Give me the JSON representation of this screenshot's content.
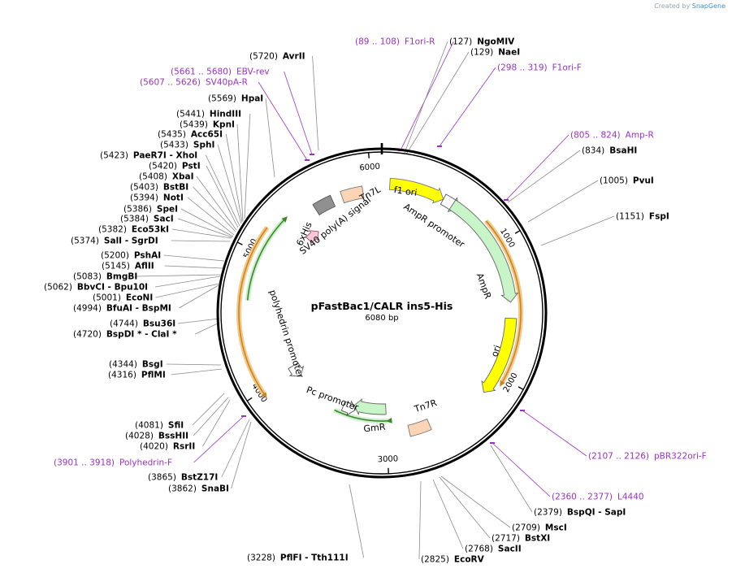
{
  "credit": {
    "prefix": "Created by",
    "brand": "SnapGene"
  },
  "plasmid": {
    "name": "pFastBac1/CALR ins5-His",
    "size": "6080 bp",
    "length": 6080
  },
  "ticks": [
    {
      "label": "1000",
      "bp": 1000
    },
    {
      "label": "2000",
      "bp": 2000
    },
    {
      "label": "3000",
      "bp": 3000
    },
    {
      "label": "4000",
      "bp": 4000
    },
    {
      "label": "5000",
      "bp": 5000
    },
    {
      "label": "6000",
      "bp": 6000
    }
  ],
  "colors": {
    "feature_text": "#000000",
    "primer": "#9b30c8",
    "orange": "#e6a23c",
    "yellow": "#ffff00",
    "green": "#c8f5c8",
    "tan": "#fbd5b5",
    "gray": "#909090"
  },
  "features": [
    {
      "label": "f1 ori",
      "kind": "yellow"
    },
    {
      "label": "AmpR promoter",
      "kind": "white"
    },
    {
      "label": "AmpR",
      "kind": "green"
    },
    {
      "label": "ori",
      "kind": "yellow"
    },
    {
      "label": "Tn7R",
      "kind": "tan"
    },
    {
      "label": "GmR",
      "kind": "green"
    },
    {
      "label": "Pc promoter",
      "kind": "white"
    },
    {
      "label": "polyhedrin promoter",
      "kind": "white"
    },
    {
      "label": "6xHis",
      "kind": "pink"
    },
    {
      "label": "SV40 poly(A) signal",
      "kind": "gray"
    },
    {
      "label": "Tn7L",
      "kind": "tan"
    }
  ],
  "labels": [
    {
      "pos": "(89 .. 108)",
      "name": "F1ori-R",
      "primer": true
    },
    {
      "pos": "(127)",
      "name": "NgoMIV",
      "primer": false
    },
    {
      "pos": "(129)",
      "name": "NaeI",
      "primer": false
    },
    {
      "pos": "(298 .. 319)",
      "name": "F1ori-F",
      "primer": true
    },
    {
      "pos": "(805 .. 824)",
      "name": "Amp-R",
      "primer": true
    },
    {
      "pos": "(834)",
      "name": "BsaHI",
      "primer": false
    },
    {
      "pos": "(1005)",
      "name": "PvuI",
      "primer": false
    },
    {
      "pos": "(1151)",
      "name": "FspI",
      "primer": false
    },
    {
      "pos": "(2107 .. 2126)",
      "name": "pBR322ori-F",
      "primer": true
    },
    {
      "pos": "(2360 .. 2377)",
      "name": "L4440",
      "primer": true
    },
    {
      "pos": "(2379)",
      "name": "BspQI - SapI",
      "primer": false
    },
    {
      "pos": "(2709)",
      "name": "MscI",
      "primer": false
    },
    {
      "pos": "(2717)",
      "name": "BstXI",
      "primer": false
    },
    {
      "pos": "(2768)",
      "name": "SacII",
      "primer": false
    },
    {
      "pos": "(2825)",
      "name": "EcoRV",
      "primer": false
    },
    {
      "pos": "(3228)",
      "name": "PflFI - Tth111I",
      "primer": false
    },
    {
      "pos": "(3862)",
      "name": "SnaBI",
      "primer": false
    },
    {
      "pos": "(3865)",
      "name": "BstZ17I",
      "primer": false
    },
    {
      "pos": "(3901 .. 3918)",
      "name": "Polyhedrin-F",
      "primer": true
    },
    {
      "pos": "(4020)",
      "name": "RsrII",
      "primer": false
    },
    {
      "pos": "(4028)",
      "name": "BssHII",
      "primer": false
    },
    {
      "pos": "(4081)",
      "name": "SfiI",
      "primer": false
    },
    {
      "pos": "(4316)",
      "name": "PflMI",
      "primer": false
    },
    {
      "pos": "(4344)",
      "name": "BsgI",
      "primer": false
    },
    {
      "pos": "(4720)",
      "name": "BspDI * - ClaI *",
      "primer": false
    },
    {
      "pos": "(4744)",
      "name": "Bsu36I",
      "primer": false
    },
    {
      "pos": "(4994)",
      "name": "BfuAI - BspMI",
      "primer": false
    },
    {
      "pos": "(5001)",
      "name": "EcoNI",
      "primer": false
    },
    {
      "pos": "(5062)",
      "name": "BbvCI - Bpu10I",
      "primer": false
    },
    {
      "pos": "(5083)",
      "name": "BmgBI",
      "primer": false
    },
    {
      "pos": "(5145)",
      "name": "AflII",
      "primer": false
    },
    {
      "pos": "(5200)",
      "name": "PshAI",
      "primer": false
    },
    {
      "pos": "(5374)",
      "name": "SalI - SgrDI",
      "primer": false
    },
    {
      "pos": "(5382)",
      "name": "Eco53kI",
      "primer": false
    },
    {
      "pos": "(5384)",
      "name": "SacI",
      "primer": false
    },
    {
      "pos": "(5386)",
      "name": "SpeI",
      "primer": false
    },
    {
      "pos": "(5394)",
      "name": "NotI",
      "primer": false
    },
    {
      "pos": "(5403)",
      "name": "BstBI",
      "primer": false
    },
    {
      "pos": "(5408)",
      "name": "XbaI",
      "primer": false
    },
    {
      "pos": "(5420)",
      "name": "PstI",
      "primer": false
    },
    {
      "pos": "(5423)",
      "name": "PaeR7I - XhoI",
      "primer": false
    },
    {
      "pos": "(5433)",
      "name": "SphI",
      "primer": false
    },
    {
      "pos": "(5435)",
      "name": "Acc65I",
      "primer": false
    },
    {
      "pos": "(5439)",
      "name": "KpnI",
      "primer": false
    },
    {
      "pos": "(5441)",
      "name": "HindIII",
      "primer": false
    },
    {
      "pos": "(5569)",
      "name": "HpaI",
      "primer": false
    },
    {
      "pos": "(5607 .. 5626)",
      "name": "SV40pA-R",
      "primer": true
    },
    {
      "pos": "(5661 .. 5680)",
      "name": "EBV-rev",
      "primer": true
    },
    {
      "pos": "(5720)",
      "name": "AvrII",
      "primer": false
    }
  ]
}
